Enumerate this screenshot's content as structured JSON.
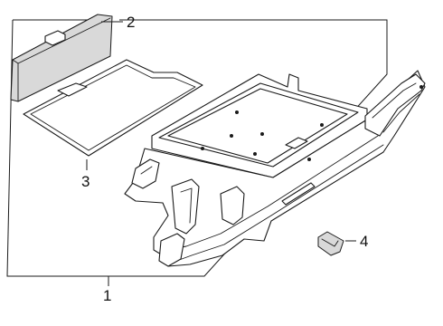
{
  "callouts": [
    {
      "id": "1",
      "label": "1"
    },
    {
      "id": "2",
      "label": "2"
    },
    {
      "id": "3",
      "label": "3"
    },
    {
      "id": "4",
      "label": "4"
    }
  ],
  "colors": {
    "line": "#1a1a1a",
    "shade": "#d9d9d9",
    "background": "#ffffff"
  }
}
